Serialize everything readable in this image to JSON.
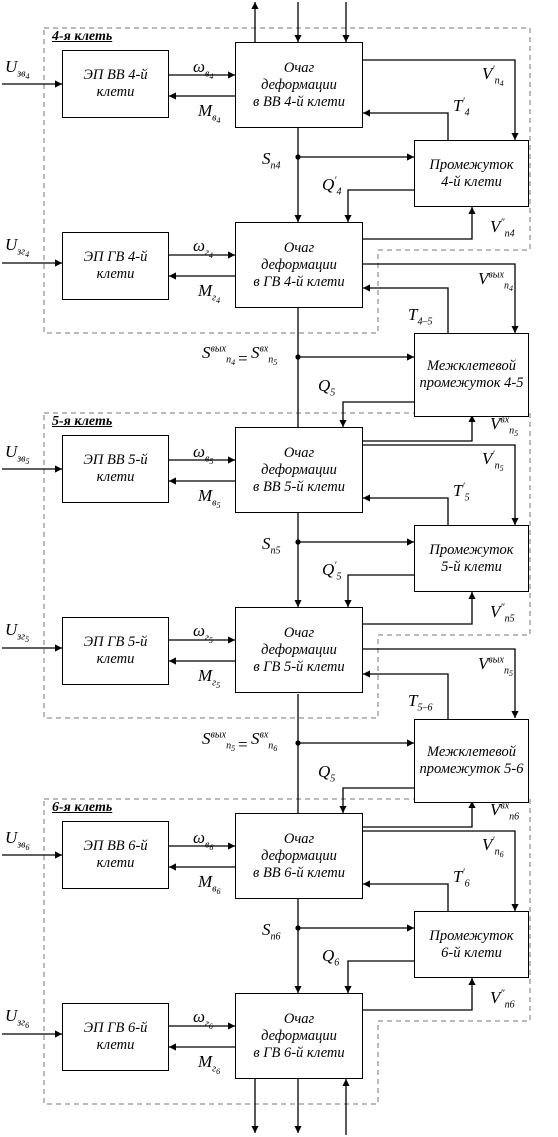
{
  "stands": [
    {
      "title": "4-я клеть",
      "ep_top": [
        "ЭП ВВ 4-й",
        "клети"
      ],
      "ep_bottom": [
        "ЭП ГВ  4-й",
        "клети"
      ],
      "zone_top": [
        "Очаг",
        "деформации",
        "в ВВ 4-й клети"
      ],
      "zone_bottom": [
        "Очаг",
        "деформации",
        "в ГВ 4-й клети"
      ],
      "gap": [
        "Промежуток",
        "4-й клети"
      ],
      "u_top": {
        "main": "U",
        "sub": "зв",
        "idx": "4"
      },
      "u_bottom": {
        "main": "U",
        "sub": "зг",
        "idx": "4"
      },
      "omega_top": {
        "main": "ω",
        "sub": "в",
        "idx": "4"
      },
      "m_top": {
        "main": "M",
        "sub": "в",
        "idx": "4"
      },
      "omega_bottom": {
        "main": "ω",
        "sub": "г",
        "idx": "4"
      },
      "m_bottom": {
        "main": "M",
        "sub": "г",
        "idx": "4"
      },
      "s": {
        "main": "S",
        "sub": "п4"
      },
      "v1": {
        "main": "V",
        "sup": "′",
        "sub": "п",
        "idx": "4"
      },
      "t1": {
        "main": "T",
        "sup": "′",
        "sub": "4"
      },
      "q1": {
        "main": "Q",
        "sup": "′",
        "sub": "4"
      },
      "v2": {
        "main": "V",
        "sup": "″",
        "sub": "п4"
      },
      "vout": {
        "main": "V",
        "sup": "вых",
        "sub": "п",
        "idx": "4"
      }
    },
    {
      "title": "5-я клеть",
      "ep_top": [
        "ЭП ВВ 5-й",
        "клети"
      ],
      "ep_bottom": [
        "ЭП ГВ  5-й",
        "клети"
      ],
      "zone_top": [
        "Очаг",
        "деформации",
        "в ВВ 5-й клети"
      ],
      "zone_bottom": [
        "Очаг",
        "деформации",
        "в ГВ 5-й клети"
      ],
      "gap": [
        "Промежуток",
        "5-й клети"
      ],
      "u_top": {
        "main": "U",
        "sub": "зв",
        "idx": "5"
      },
      "u_bottom": {
        "main": "U",
        "sub": "зг",
        "idx": "5"
      },
      "omega_top": {
        "main": "ω",
        "sub": "в",
        "idx": "5"
      },
      "m_top": {
        "main": "M",
        "sub": "в",
        "idx": "5"
      },
      "omega_bottom": {
        "main": "ω",
        "sub": "г",
        "idx": "5"
      },
      "m_bottom": {
        "main": "M",
        "sub": "г",
        "idx": "5"
      },
      "s": {
        "main": "S",
        "sub": "п5"
      },
      "vin": {
        "main": "V",
        "sup": "вх",
        "sub": "п",
        "idx": "5"
      },
      "v1": {
        "main": "V",
        "sup": "′",
        "sub": "п",
        "idx": "5"
      },
      "t1": {
        "main": "T",
        "sup": "′",
        "sub": "5"
      },
      "q1": {
        "main": "Q",
        "sup": "′",
        "sub": "5"
      },
      "v2": {
        "main": "V",
        "sup": "″",
        "sub": "п5"
      },
      "vout": {
        "main": "V",
        "sup": "вых",
        "sub": "п",
        "idx": "5"
      }
    },
    {
      "title": "6-я клеть",
      "ep_top": [
        "ЭП ВВ 6-й",
        "клети"
      ],
      "ep_bottom": [
        "ЭП ГВ  6-й",
        "клети"
      ],
      "zone_top": [
        "Очаг",
        "деформации",
        "в ВВ 6-й клети"
      ],
      "zone_bottom": [
        "Очаг",
        "деформации",
        "в ГВ 6-й клети"
      ],
      "gap": [
        "Промежуток",
        "6-й клети"
      ],
      "u_top": {
        "main": "U",
        "sub": "зв",
        "idx": "6"
      },
      "u_bottom": {
        "main": "U",
        "sub": "зг",
        "idx": "6"
      },
      "omega_top": {
        "main": "ω",
        "sub": "в",
        "idx": "6"
      },
      "m_top": {
        "main": "M",
        "sub": "в",
        "idx": "6"
      },
      "omega_bottom": {
        "main": "ω",
        "sub": "г",
        "idx": "6"
      },
      "m_bottom": {
        "main": "M",
        "sub": "г",
        "idx": "6"
      },
      "s": {
        "main": "S",
        "sub": "п6"
      },
      "vin": {
        "main": "V",
        "sup": "вх",
        "sub": "п6"
      },
      "v1": {
        "main": "V",
        "sup": "′",
        "sub": "п",
        "idx": "6"
      },
      "t1": {
        "main": "T",
        "sup": "′",
        "sub": "6"
      },
      "q1": {
        "main": "Q",
        "sub": "6"
      },
      "v2": {
        "main": "V",
        "sup": "″",
        "sub": "п6"
      }
    }
  ],
  "interstands": [
    {
      "box": [
        "Межклетевой",
        "промежуток 4-5"
      ],
      "s_left": {
        "main": "S",
        "sup": "вых",
        "sub": "п",
        "idx": "4"
      },
      "eq": "=",
      "s_right": {
        "main": "S",
        "sup": "вх",
        "sub": "п",
        "idx": "5"
      },
      "t": {
        "main": "T",
        "sub": "4–5"
      },
      "q": {
        "main": "Q",
        "sub": "5"
      }
    },
    {
      "box": [
        "Межклетевой",
        "промежуток 5-6"
      ],
      "s_left": {
        "main": "S",
        "sup": "вых",
        "sub": "п",
        "idx": "5"
      },
      "eq": "=",
      "s_right": {
        "main": "S",
        "sup": "вх",
        "sub": "п",
        "idx": "6"
      },
      "t": {
        "main": "T",
        "sub": "5–6"
      },
      "q": {
        "main": "Q",
        "sub": "5"
      }
    }
  ]
}
